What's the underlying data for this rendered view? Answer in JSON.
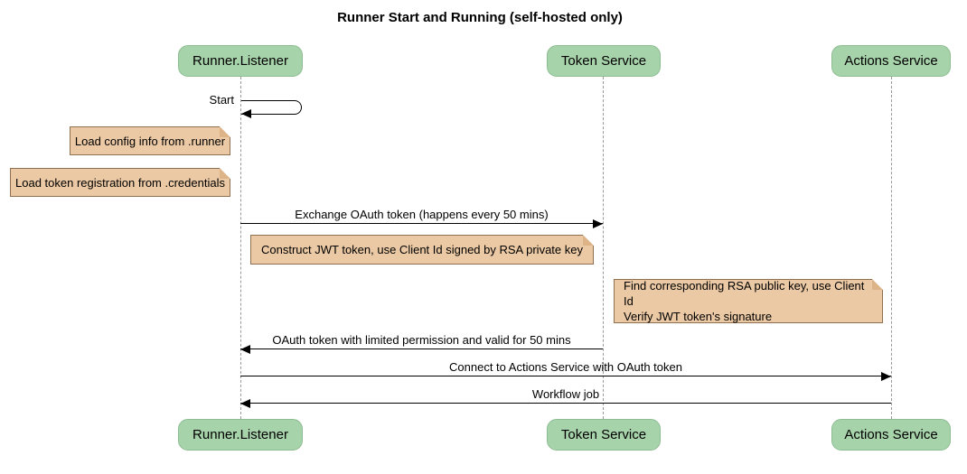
{
  "title": "Runner Start and Running (self-hosted only)",
  "participants": [
    {
      "name": "Runner.Listener"
    },
    {
      "name": "Token Service"
    },
    {
      "name": "Actions Service"
    }
  ],
  "messages": {
    "start": "Start",
    "exchange": "Exchange OAuth token (happens every 50 mins)",
    "oauth_return": "OAuth token with limited permission and valid for 50 mins",
    "connect": "Connect to Actions Service with OAuth token",
    "workflow": "Workflow job"
  },
  "notes": {
    "load_config": "Load config info from .runner",
    "load_token": "Load token registration from .credentials",
    "construct_jwt": "Construct JWT token, use Client Id signed by RSA private key",
    "find_rsa": {
      "line1": "Find corresponding RSA public key, use Client Id",
      "line2": "Verify JWT token's signature"
    }
  },
  "colors": {
    "participant_fill": "#A7D3AA",
    "participant_border": "#8CBC90",
    "note_fill": "#EBC9A4",
    "note_border": "#8E7050",
    "note_fold": "#DCB488",
    "lifeline": "#999999",
    "arrow": "#000000",
    "text": "#000000"
  }
}
